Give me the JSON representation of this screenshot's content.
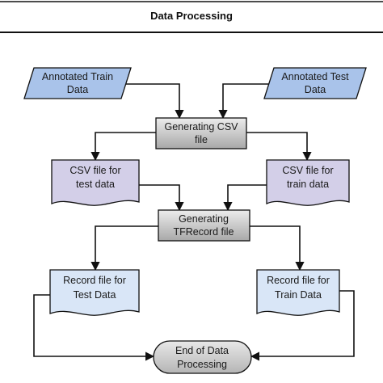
{
  "title": "Data Processing",
  "nodes": {
    "annotated_train": {
      "line1": "Annotated Train",
      "line2": "Data"
    },
    "annotated_test": {
      "line1": "Annotated Test",
      "line2": "Data"
    },
    "generating_csv": {
      "line1": "Generating CSV",
      "line2": "file"
    },
    "csv_test": {
      "line1": "CSV file for",
      "line2": "test data"
    },
    "csv_train": {
      "line1": "CSV file for",
      "line2": "train data"
    },
    "generating_tfrecord": {
      "line1": "Generating",
      "line2": "TFRecord file"
    },
    "record_test": {
      "line1": "Record file for",
      "line2": "Test Data"
    },
    "record_train": {
      "line1": "Record file for",
      "line2": "Train Data"
    },
    "end": {
      "line1": "End of Data",
      "line2": "Processing"
    }
  },
  "colors": {
    "input_fill": "#a9c3ea",
    "process_fill": "#cfcfcf",
    "csv_doc_fill": "#d3cfe8",
    "record_doc_fill": "#d9e6f7",
    "terminal_fill": "#d6d6d6",
    "stroke": "#111111"
  }
}
